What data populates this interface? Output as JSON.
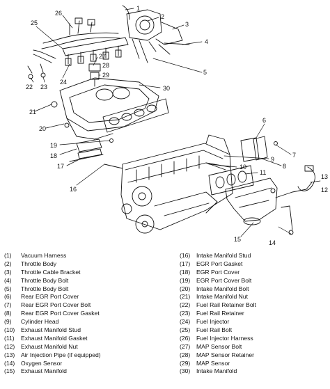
{
  "callouts": [
    "1",
    "2",
    "3",
    "4",
    "5",
    "6",
    "7",
    "8",
    "9",
    "10",
    "11",
    "12",
    "13",
    "14",
    "15",
    "16",
    "17",
    "18",
    "19",
    "20",
    "21",
    "22",
    "23",
    "24",
    "25",
    "26",
    "27",
    "28",
    "29",
    "30"
  ],
  "legend": {
    "left": [
      {
        "num": "(1)",
        "label": "Vacuum Harness"
      },
      {
        "num": "(2)",
        "label": "Throttle Body"
      },
      {
        "num": "(3)",
        "label": "Throttle Cable Bracket"
      },
      {
        "num": "(4)",
        "label": "Throttle Body Bolt"
      },
      {
        "num": "(5)",
        "label": "Throttle Body Bolt"
      },
      {
        "num": "(6)",
        "label": "Rear EGR Port Cover"
      },
      {
        "num": "(7)",
        "label": "Rear EGR Port Cover Bolt"
      },
      {
        "num": "(8)",
        "label": "Rear EGR Port Cover Gasket"
      },
      {
        "num": "(9)",
        "label": "Cylinder Head"
      },
      {
        "num": "(10)",
        "label": "Exhaust Manifold Stud"
      },
      {
        "num": "(11)",
        "label": "Exhaust Manifold Gasket"
      },
      {
        "num": "(12)",
        "label": "Exhaust Manifold Nut"
      },
      {
        "num": "(13)",
        "label": "Air Injection Pipe (if equipped)"
      },
      {
        "num": "(14)",
        "label": "Oxygen Sensor"
      },
      {
        "num": "(15)",
        "label": "Exhaust Manifold"
      }
    ],
    "right": [
      {
        "num": "(16)",
        "label": "Intake Manifold Stud"
      },
      {
        "num": "(17)",
        "label": "EGR Port Gasket"
      },
      {
        "num": "(18)",
        "label": "EGR Port Cover"
      },
      {
        "num": "(19)",
        "label": "EGR Port Cover Bolt"
      },
      {
        "num": "(20)",
        "label": "Intake Manifold Bolt"
      },
      {
        "num": "(21)",
        "label": "Intake Manifold Nut"
      },
      {
        "num": "(22)",
        "label": "Fuel Rail Retainer Bolt"
      },
      {
        "num": "(23)",
        "label": "Fuel Rail Retainer"
      },
      {
        "num": "(24)",
        "label": "Fuel Injector"
      },
      {
        "num": "(25)",
        "label": "Fuel Rail Bolt"
      },
      {
        "num": "(26)",
        "label": "Fuel Injector Harness"
      },
      {
        "num": "(27)",
        "label": "MAP Sensor Bolt"
      },
      {
        "num": "(28)",
        "label": "MAP Sensor Retainer"
      },
      {
        "num": "(29)",
        "label": "MAP Sensor"
      },
      {
        "num": "(30)",
        "label": "Intake Manifold"
      }
    ]
  }
}
